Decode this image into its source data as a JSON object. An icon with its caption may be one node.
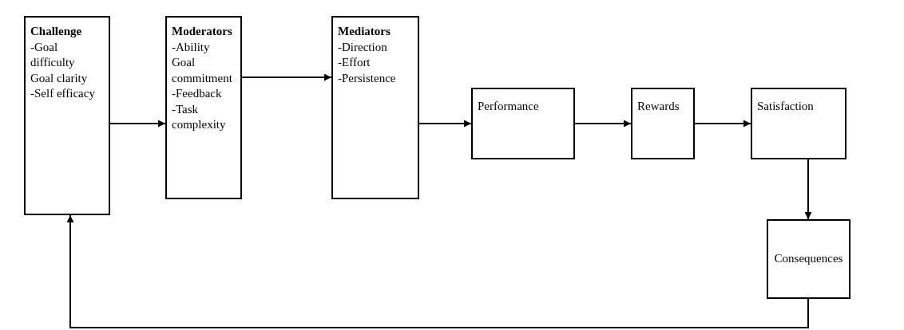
{
  "diagram": {
    "nodes": [
      {
        "text": [
          "Challenge",
          "-Goal difficulty",
          "Goal clarity",
          "-Self efficacy"
        ]
      },
      {
        "text": [
          "Moderators",
          "-Ability",
          "Goal commitment",
          "-Feedback",
          "-Task complexity"
        ]
      },
      {
        "text": [
          "Mediators",
          "-Direction",
          "-Effort",
          "-Persistence"
        ]
      },
      {
        "text": [
          "Performance"
        ]
      },
      {
        "text": [
          "Rewards"
        ]
      },
      {
        "text": [
          "Satisfaction"
        ]
      },
      {
        "text": [
          "Consequences"
        ]
      }
    ],
    "edges": [
      {
        "from": 0,
        "to": 1,
        "arrow": "to"
      },
      {
        "from": 1,
        "to": 2,
        "arrow": "to"
      },
      {
        "from": 2,
        "to": 3,
        "arrow": "to"
      },
      {
        "from": 3,
        "to": 4,
        "arrow": "to"
      },
      {
        "from": 4,
        "to": 5,
        "arrow": "to"
      },
      {
        "from": 5,
        "to": 6,
        "arrow": "to"
      },
      {
        "from": 6,
        "to": 0,
        "arrow": "to"
      }
    ]
  }
}
